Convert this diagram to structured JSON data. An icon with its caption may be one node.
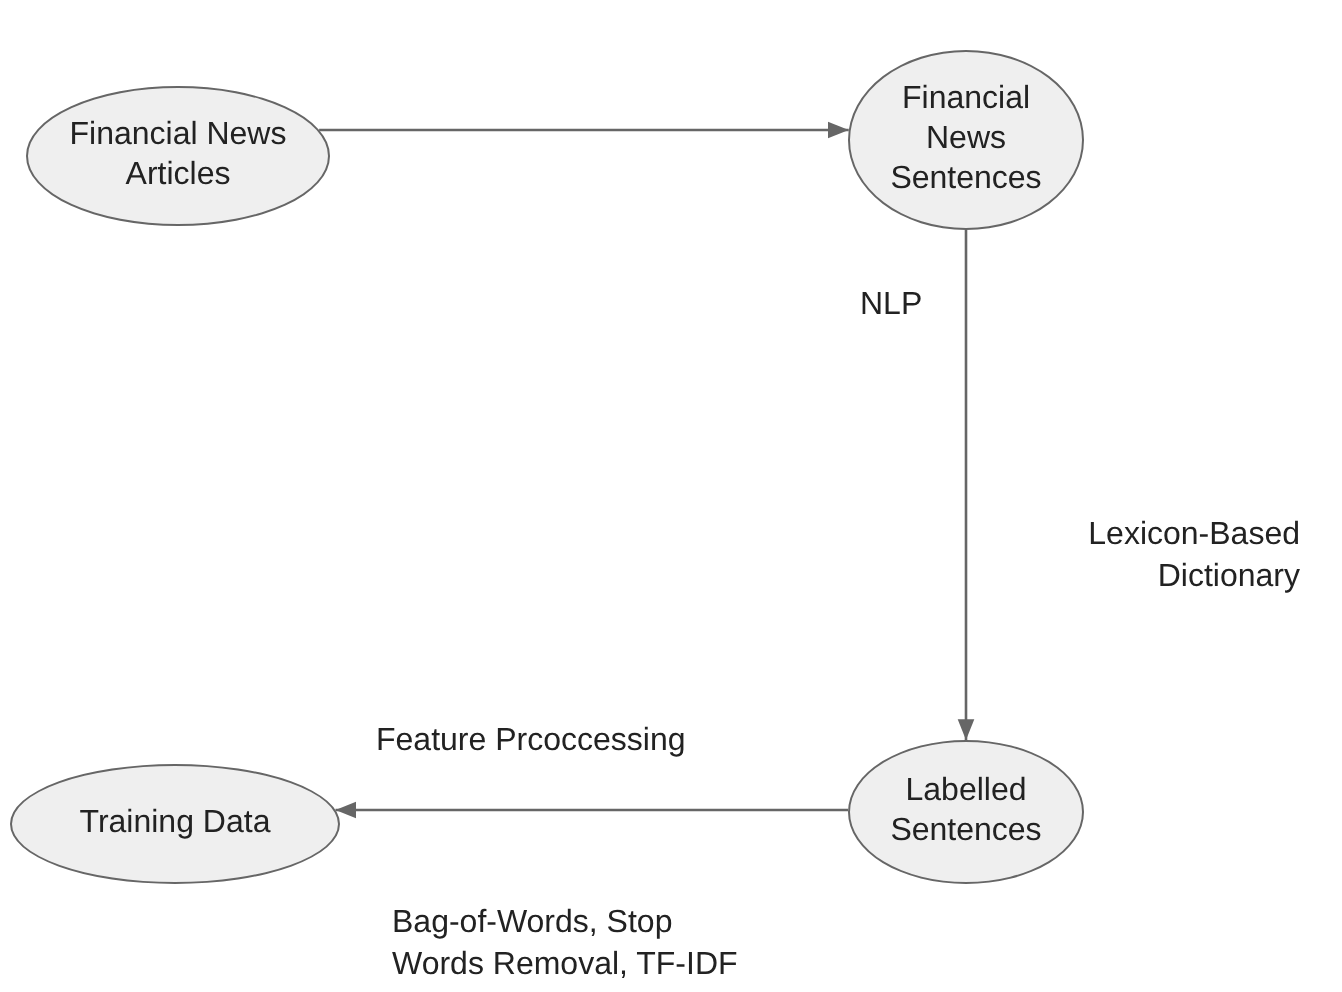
{
  "diagram": {
    "nodes": [
      {
        "text": [
          "Financial News Articles"
        ]
      },
      {
        "text": [
          "Financial News Sentences"
        ]
      },
      {
        "text": [
          "Labelled Sentences"
        ]
      },
      {
        "text": [
          "Training Data"
        ]
      }
    ],
    "edges": [
      {
        "from": 0,
        "to": 1,
        "arrow": "to"
      },
      {
        "from": 1,
        "to": 2,
        "arrow": "to",
        "label": "NLP"
      },
      {
        "from": 2,
        "to": 3,
        "arrow": "to",
        "label": "Feature Prcoccessing"
      }
    ],
    "labels": [
      "Lexicon-Based Dictionary",
      "Bag-of-Words, Stop Words Removal, TF-IDF"
    ]
  }
}
